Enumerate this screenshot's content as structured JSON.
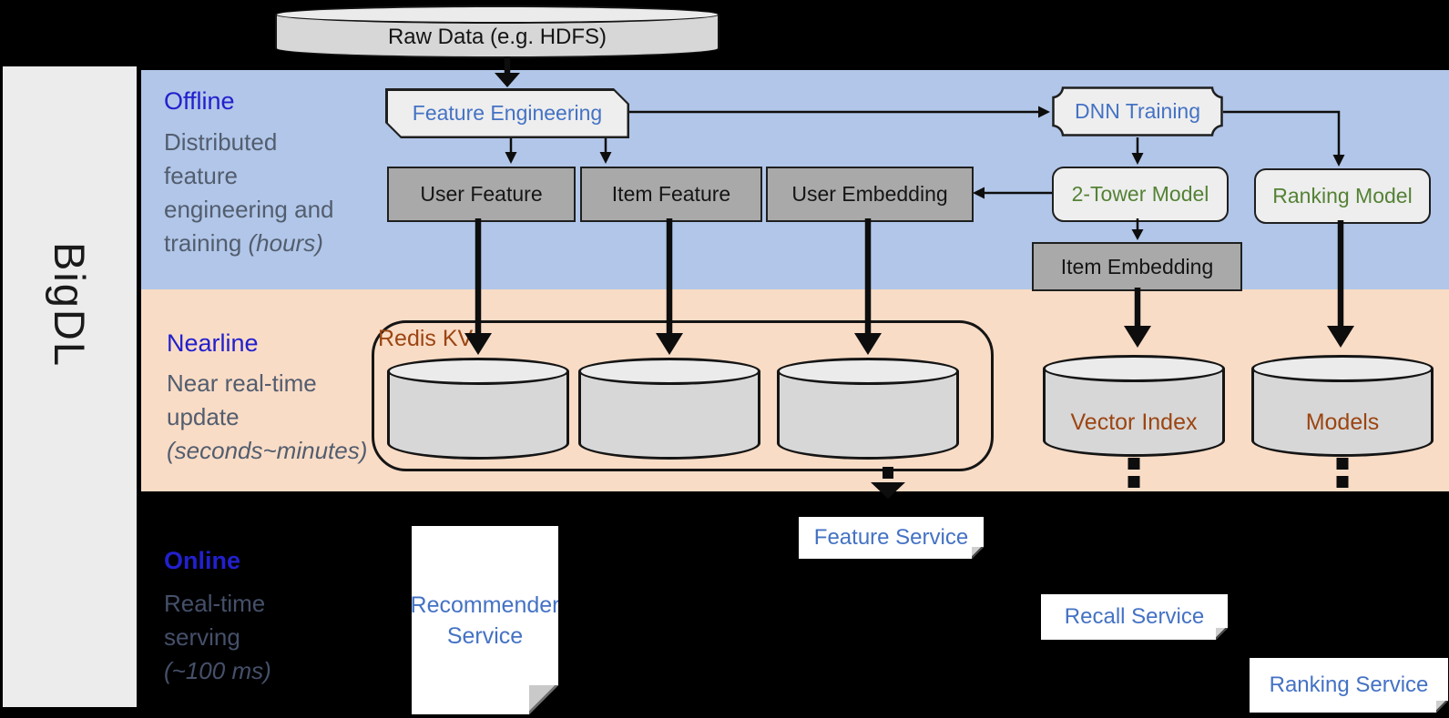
{
  "brand": {
    "name": "BigDL"
  },
  "pipeline": {
    "raw_data": "Raw Data (e.g. HDFS)"
  },
  "sections": {
    "offline": {
      "title": "Offline",
      "desc": [
        "Distributed",
        "feature",
        "engineering and",
        "training "
      ],
      "desc_italic": "(hours)"
    },
    "nearline": {
      "title": "Nearline",
      "desc": [
        "Near real-time",
        "update"
      ],
      "desc_italic": "(seconds~minutes)"
    },
    "online": {
      "title": "Online",
      "desc": [
        "Real-time",
        "serving"
      ],
      "desc_italic": "(~100 ms)"
    }
  },
  "offline_nodes": {
    "feature_engineering": "Feature Engineering",
    "dnn_training": "DNN Training",
    "user_feature": "User Feature",
    "item_feature": "Item Feature",
    "user_embedding": "User Embedding",
    "two_tower_model": "2-Tower Model",
    "ranking_model": "Ranking Model",
    "item_embedding": "Item Embedding"
  },
  "nearline_nodes": {
    "redis_kv": "Redis KV",
    "vector_index": "Vector Index",
    "models": "Models"
  },
  "online_nodes": {
    "recommender_service": "Recommender Service",
    "feature_service": "Feature Service",
    "recall_service": "Recall Service",
    "ranking_service": "Ranking Service"
  },
  "colors": {
    "offline_band": "#b1c6e8",
    "nearline_band": "#f9dcc6",
    "section_title_blue": "#2220cd",
    "node_text_blue": "#4472c4",
    "node_text_green": "#548235",
    "node_text_brown": "#9c4512",
    "gray_node_fill": "#a9a9a9",
    "background": "#000000"
  }
}
